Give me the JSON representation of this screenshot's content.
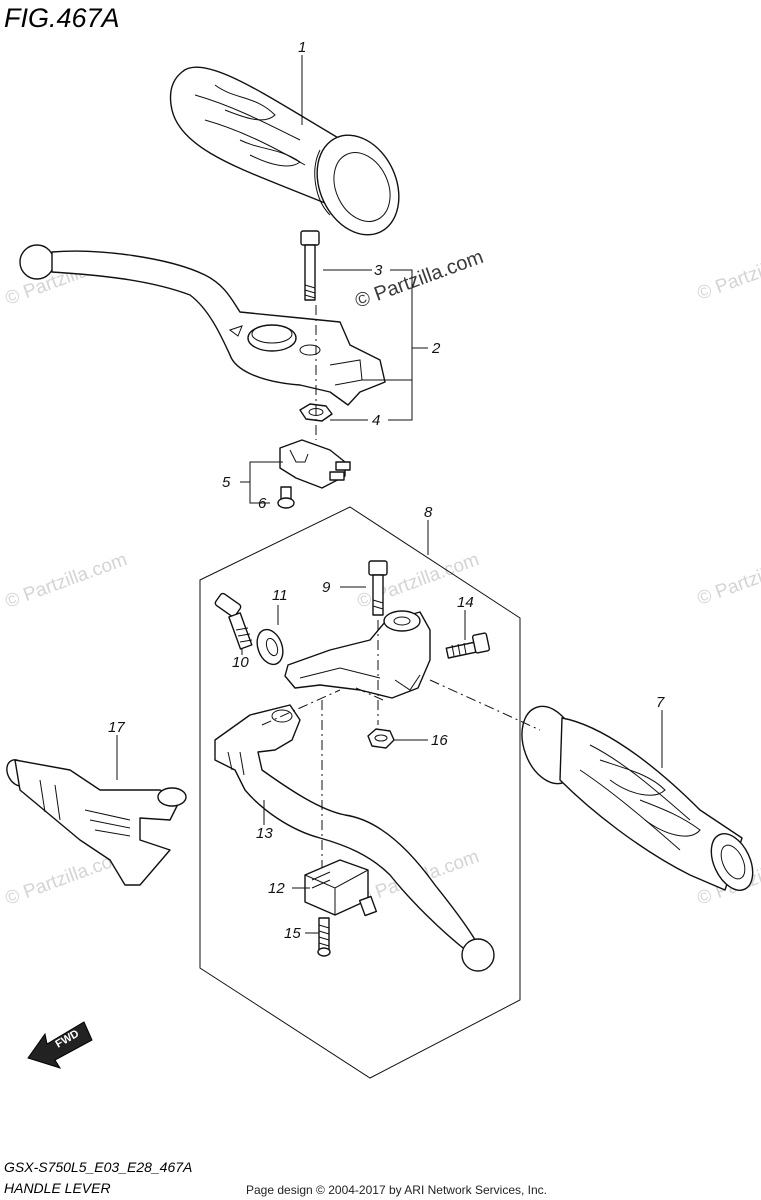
{
  "figure": {
    "title": "FIG.467A"
  },
  "footer": {
    "model_code": "GSX-S750L5_E03_E28_467A",
    "section_name": "HANDLE LEVER",
    "credit": "Page design © 2004-2017 by ARI Network Services, Inc."
  },
  "watermark": {
    "text": "© Partzilla.com"
  },
  "direction_marker": {
    "label": "FWD"
  },
  "callouts": [
    "1",
    "2",
    "3",
    "4",
    "5",
    "6",
    "7",
    "8",
    "9",
    "10",
    "11",
    "12",
    "13",
    "14",
    "15",
    "16",
    "17"
  ]
}
